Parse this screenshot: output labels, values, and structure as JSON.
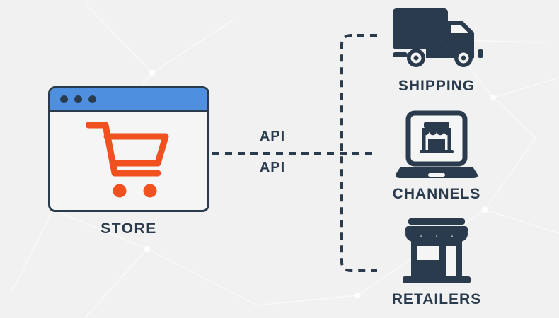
{
  "diagram_title": "store-integrations-diagram",
  "colors": {
    "background": "#f1f1f1",
    "navy": "#2b3b4e",
    "browser_bar_blue": "#4f8fe0",
    "cart_orange": "#f1511e",
    "panel": "#f5f5f5"
  },
  "store": {
    "label": "STORE",
    "icon": "shopping-cart-icon",
    "window_dots": 3
  },
  "connections": {
    "api_label_top": "API",
    "api_label_bottom": "API",
    "style": "dashed"
  },
  "nodes": [
    {
      "label": "SHIPPING",
      "icon": "delivery-truck-icon"
    },
    {
      "label": "CHANNELS",
      "icon": "laptop-storefront-icon"
    },
    {
      "label": "RETAILERS",
      "icon": "storefront-icon"
    }
  ]
}
